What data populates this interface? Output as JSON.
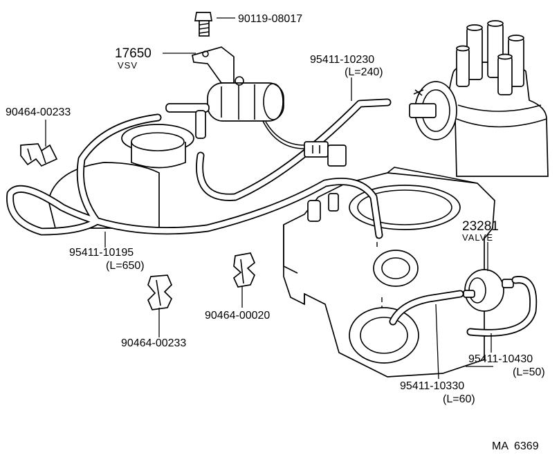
{
  "callouts": {
    "bolt": {
      "part_no": "90119-08017"
    },
    "vsv": {
      "part_no": "17650",
      "name": "VSV"
    },
    "hose_240": {
      "part_no": "95411-10230",
      "length": "(L=240)"
    },
    "clip_left_top": {
      "part_no": "90464-00233"
    },
    "hose_650": {
      "part_no": "95411-10195",
      "length": "(L=650)"
    },
    "clip_bottom_left": {
      "part_no": "90464-00233"
    },
    "clip_center": {
      "part_no": "90464-00020"
    },
    "valve": {
      "part_no": "23281",
      "name": "VALVE"
    },
    "hose_50": {
      "part_no": "95411-10430",
      "length": "(L=50)"
    },
    "hose_60": {
      "part_no": "95411-10330",
      "length": "(L=60)"
    }
  },
  "footer": {
    "code": "MA  6369"
  }
}
